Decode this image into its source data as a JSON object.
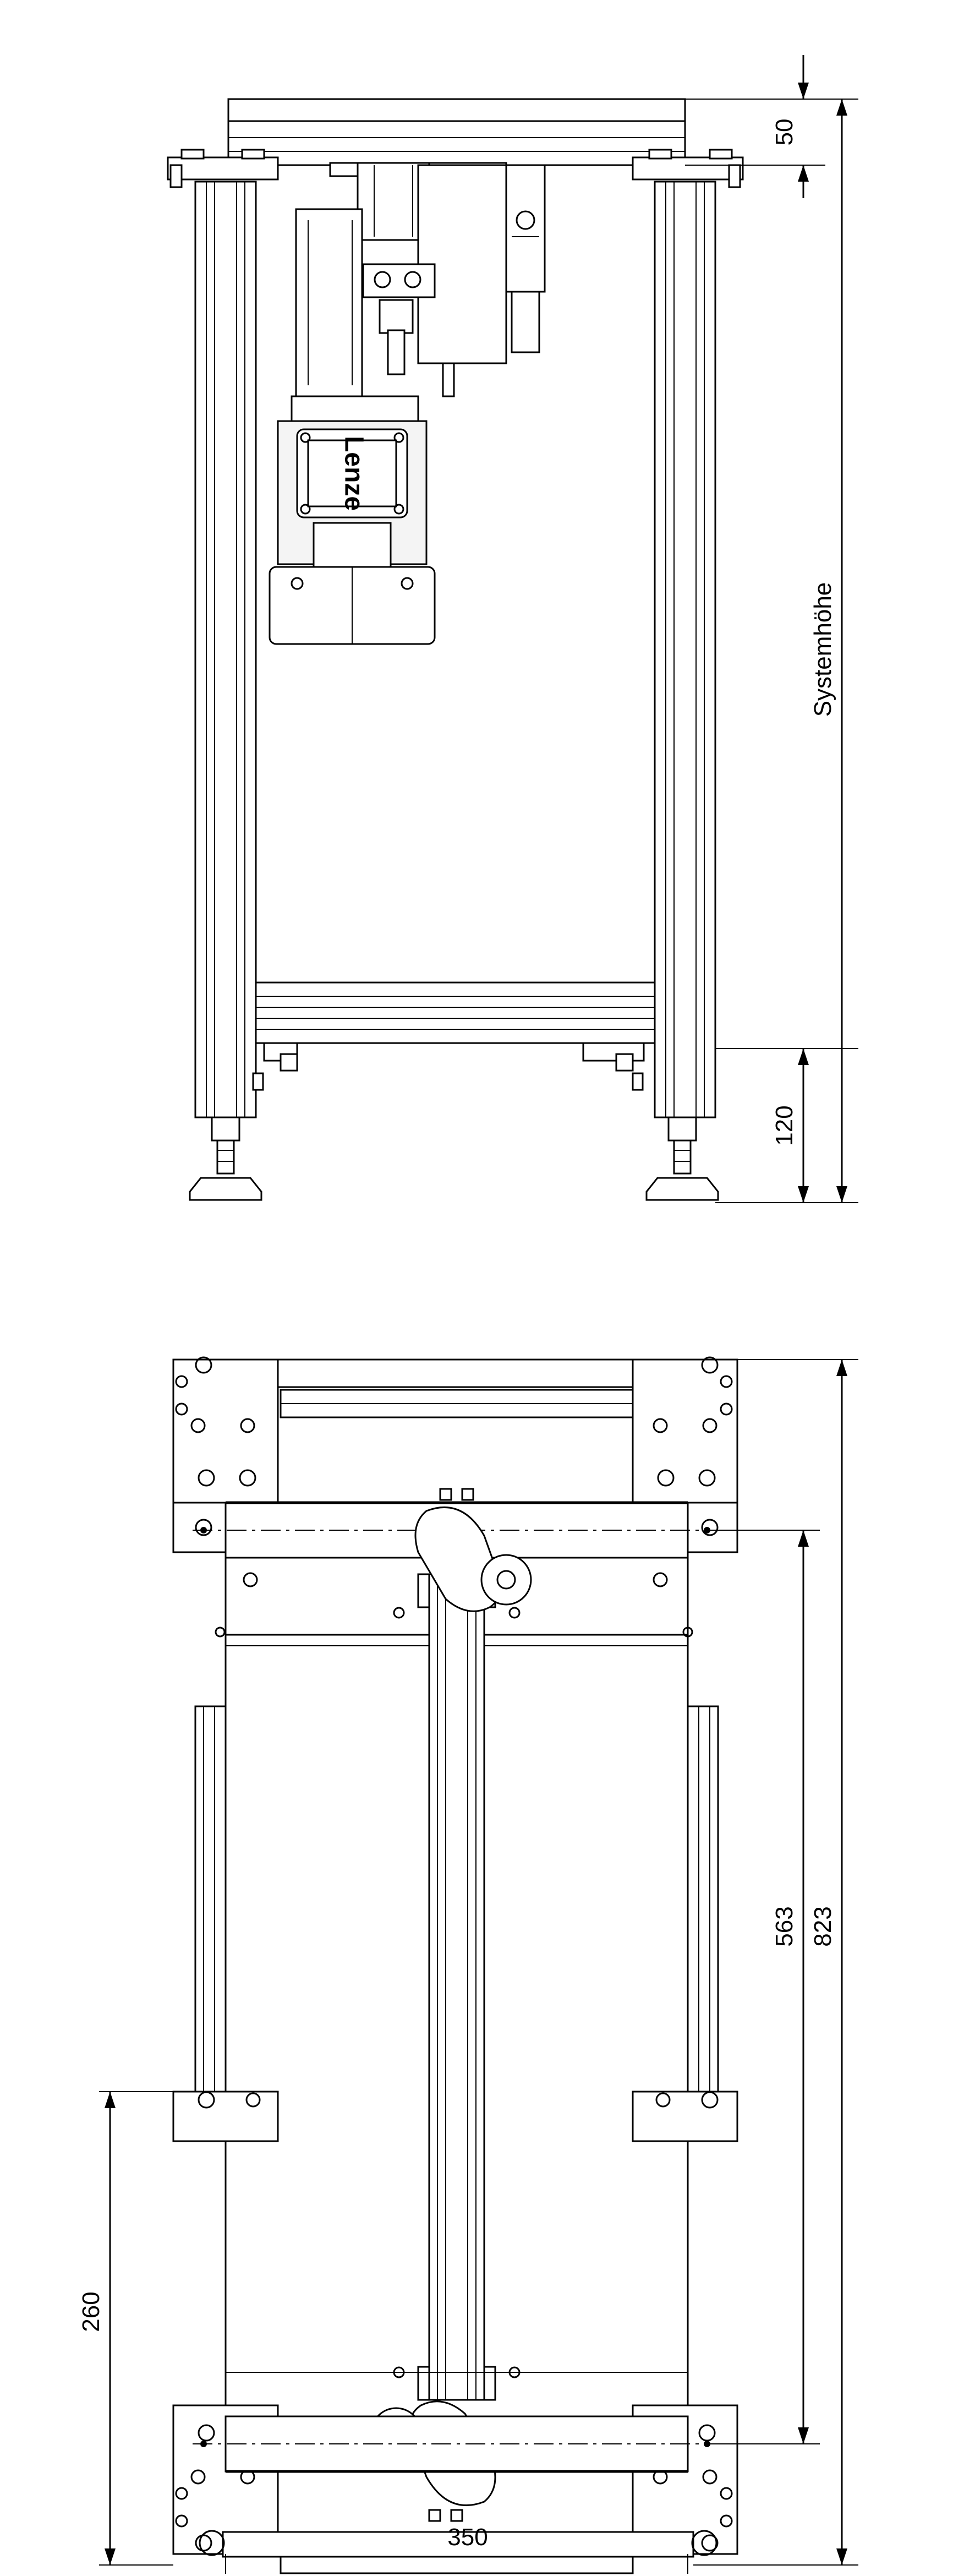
{
  "drawing": {
    "brand_label": "Lenze",
    "side_view": {
      "dim_top": "50",
      "dim_system_height": "Systemhöhe",
      "dim_bottom": "120"
    },
    "top_view": {
      "dim_pitch": "563",
      "dim_total": "823",
      "dim_left": "260",
      "dim_width": "350"
    }
  }
}
